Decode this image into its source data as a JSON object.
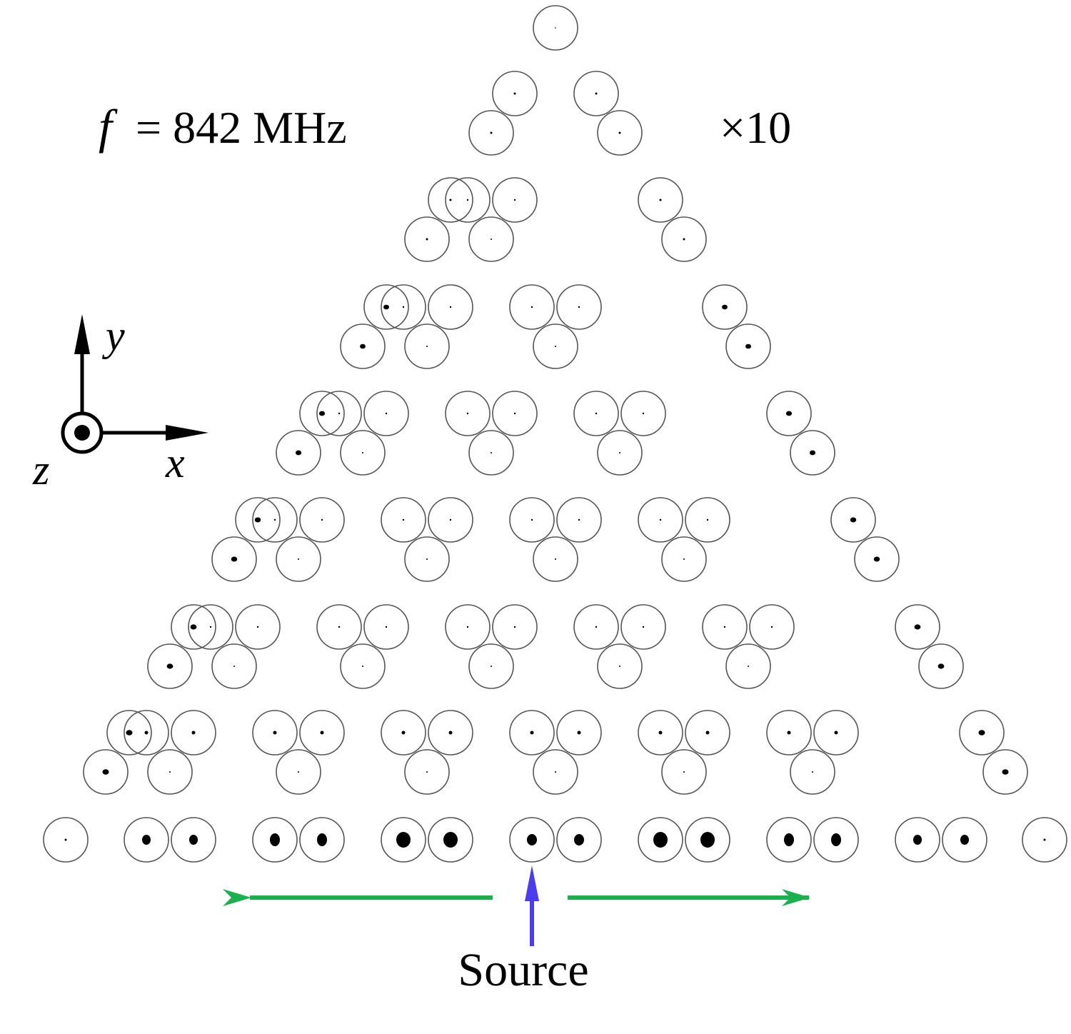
{
  "labels": {
    "freq_symbol": "f",
    "freq_value": "= 842 MHz",
    "scale": "×10",
    "source": "Source",
    "axis_x": "x",
    "axis_y": "y",
    "axis_z": "z"
  },
  "colors": {
    "ring": "#555555",
    "dot": "#000000",
    "propagation_arrow": "#1bb04e",
    "source_arrow": "#4b3cf0"
  },
  "structure": {
    "description_free_note": "",
    "rows": 9,
    "top_row_resonators": 1
  }
}
